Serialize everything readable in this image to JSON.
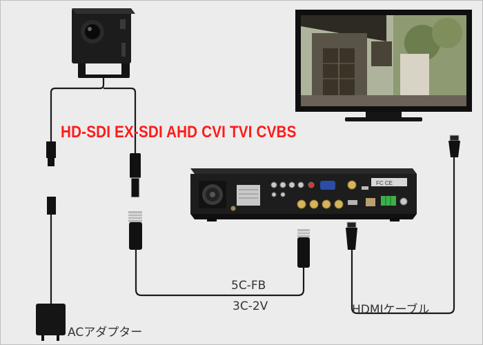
{
  "signal_formats_label": "HD-SDI EX-SDI AHD CVI TVI CVBS",
  "coax_cable_label_1": "5C-FB",
  "coax_cable_label_2": "3C-2V",
  "hdmi_cable_label": "HDMIケーブル",
  "ac_adapter_label": "ACアダプター",
  "recorder_panel_marks": "FC CE",
  "accent_color": "#ff1a1a",
  "cable_color": "#1a1a1a"
}
